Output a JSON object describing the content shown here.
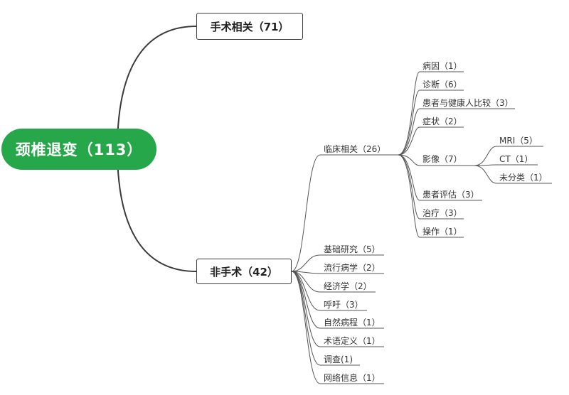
{
  "root": {
    "label": "颈椎退变（113）"
  },
  "branches": {
    "surgery": {
      "label": "手术相关（71）"
    },
    "nonsurgery": {
      "label": "非手术（42）",
      "clinical": {
        "label": "临床相关（26）",
        "items": {
          "etiology": "病因（1）",
          "diagnosis": "诊断（6）",
          "compare": "患者与健康人比较（3）",
          "symptom": "症状（2）",
          "imaging": "影像（7）",
          "assessment": "患者评估（3）",
          "treatment": "治疗（3）",
          "procedure": "操作（1）"
        },
        "imaging_children": {
          "mri": "MRI（5）",
          "ct": "CT（1）",
          "unclassified": "未分类（1）"
        }
      },
      "others": {
        "basic": "基础研究（5）",
        "epidemiology": "流行病学（2）",
        "economics": "经济学（2）",
        "breathing": "呼吁（3）",
        "natural": "自然病程（1）",
        "terminology": "术语定义（1）",
        "survey": "调查(1)",
        "network": "网络信息（1）"
      }
    }
  }
}
